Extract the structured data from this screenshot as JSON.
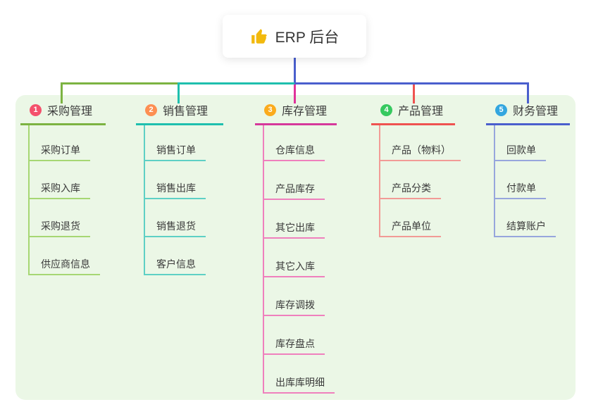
{
  "root": {
    "icon": "thumbs-up",
    "label": "ERP 后台"
  },
  "branches": [
    {
      "num": "1",
      "label": "采购管理",
      "children": [
        "采购订单",
        "采购入库",
        "采购退货",
        "供应商信息"
      ]
    },
    {
      "num": "2",
      "label": "销售管理",
      "children": [
        "销售订单",
        "销售出库",
        "销售退货",
        "客户信息"
      ]
    },
    {
      "num": "3",
      "label": "库存管理",
      "children": [
        "仓库信息",
        "产品库存",
        "其它出库",
        "其它入库",
        "库存调拨",
        "库存盘点",
        "出库库明细"
      ]
    },
    {
      "num": "4",
      "label": "产品管理",
      "children": [
        "产品（物料）",
        "产品分类",
        "产品单位"
      ]
    },
    {
      "num": "5",
      "label": "财务管理",
      "children": [
        "回款单",
        "付款单",
        "结算账户"
      ]
    }
  ],
  "colors": {
    "panel_bg": "#ebf7e6",
    "root_connector": "#4a5fcd",
    "branch1": {
      "line": "#7cb342",
      "child_line": "#a6d773",
      "badge": "#f4516c"
    },
    "branch2": {
      "line": "#1fbfae",
      "child_line": "#5ed0c5",
      "badge": "#fd8f52"
    },
    "branch3": {
      "line": "#d6399b",
      "child_line": "#ef80bd",
      "badge": "#fbab1d",
      "drop": "#e0329b"
    },
    "branch4": {
      "line": "#ef5350",
      "child_line": "#f29b96",
      "badge": "#36c95f"
    },
    "branch5": {
      "line": "#4a5fcd",
      "child_line": "#97a6dd",
      "badge": "#33a6df"
    },
    "icon_thumb": "#f2b90d"
  }
}
